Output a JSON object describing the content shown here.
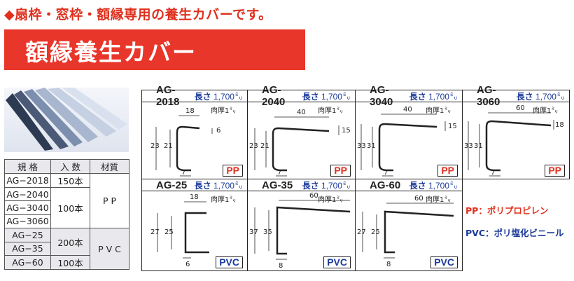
{
  "headline": "◆扇枠・窓枠・額縁専用の養生カバーです。",
  "banner_title": "額縁養生カバー",
  "table": {
    "headers": [
      "規 格",
      "入 数",
      "材質"
    ],
    "rows_pp": [
      "AG−2018",
      "AG−2040",
      "AG−3040",
      "AG−3060"
    ],
    "rows_pvc": [
      "AG−25",
      "AG−35",
      "AG−60"
    ],
    "qty": [
      "150本",
      "100本",
      "200本",
      "100本"
    ],
    "material_pp": "P P",
    "material_pvc": "P V C"
  },
  "panels": [
    {
      "model": "AG-2018",
      "length": "1,700",
      "length_prefix": "長さ",
      "unit": "㍉",
      "thickness": "肉厚1㍉",
      "dims": [
        "18",
        "6",
        "23",
        "21",
        "7"
      ],
      "material": "PP"
    },
    {
      "model": "AG-2040",
      "length": "1,700",
      "length_prefix": "長さ",
      "unit": "㍉",
      "thickness": "肉厚1㍉",
      "dims": [
        "40",
        "15",
        "23",
        "21",
        "7"
      ],
      "material": "PP"
    },
    {
      "model": "AG-3040",
      "length": "1,700",
      "length_prefix": "長さ",
      "unit": "㍉",
      "thickness": "肉厚1㍉",
      "dims": [
        "40",
        "15",
        "33",
        "31",
        "7"
      ],
      "material": "PP"
    },
    {
      "model": "AG-3060",
      "length": "1,700",
      "length_prefix": "長さ",
      "unit": "㍉",
      "thickness": "肉厚1㍉",
      "dims": [
        "60",
        "18",
        "33",
        "31",
        "7"
      ],
      "material": "PP"
    },
    {
      "model": "AG-25",
      "length": "1,700",
      "length_prefix": "長さ",
      "unit": "㍉",
      "thickness": "肉厚1㍉",
      "dims": [
        "18",
        "27",
        "25",
        "6"
      ],
      "material": "PVC"
    },
    {
      "model": "AG-35",
      "length": "1,700",
      "length_prefix": "長さ",
      "unit": "㍉",
      "thickness": "肉厚1㍉",
      "dims": [
        "60",
        "37",
        "35",
        "8"
      ],
      "material": "PVC"
    },
    {
      "model": "AG-60",
      "length": "1,700",
      "length_prefix": "長さ",
      "unit": "㍉",
      "thickness": "肉厚1㍉",
      "dims": [
        "60",
        "27",
        "25",
        "8"
      ],
      "material": "PVC"
    }
  ],
  "legend": {
    "pp": "PP：ポリプロピレン",
    "pvc": "PVC：ポリ塩化ビニール"
  },
  "colors": {
    "accent_red": "#e8362a",
    "text_blue": "#1a3a99"
  }
}
